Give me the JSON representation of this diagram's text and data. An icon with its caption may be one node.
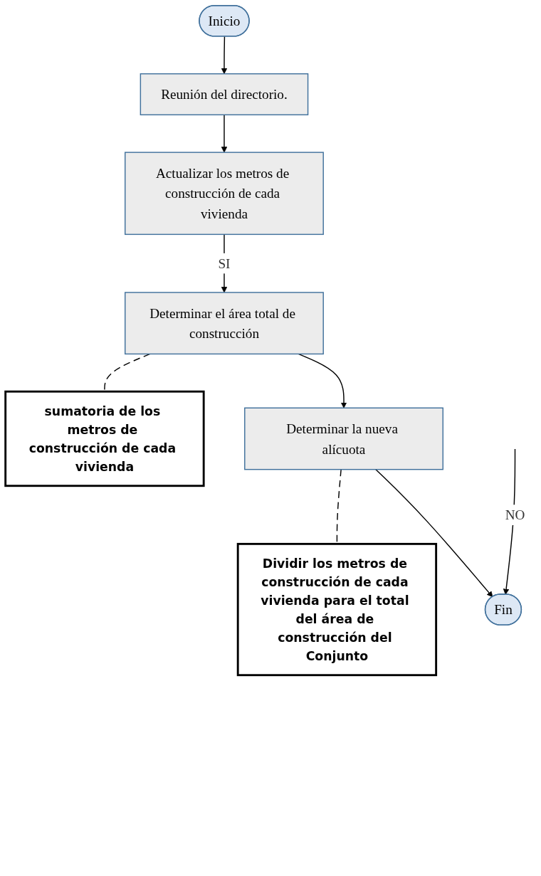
{
  "diagram": {
    "nodes": [
      {
        "text": [
          "Inicio"
        ]
      },
      {
        "text": [
          "Reunión del directorio."
        ]
      },
      {
        "text": [
          "Actualizar los metros de construcción de cada vivienda"
        ]
      },
      {
        "text": [
          "Determinar el área total de construcción"
        ]
      },
      {
        "text": [
          "sumatoria de los metros de construcción de cada vivienda"
        ]
      },
      {
        "text": [
          "Determinar la nueva alícuota"
        ]
      },
      {
        "text": [
          "Dividir los metros de construcción de cada vivienda para el total del área de construcción del Conjunto"
        ]
      },
      {
        "text": [
          "Fin"
        ]
      }
    ],
    "edges": [
      {
        "from": 0,
        "to": 1,
        "arrow": "to"
      },
      {
        "from": 1,
        "to": 2,
        "arrow": "to"
      },
      {
        "from": 2,
        "to": 3,
        "arrow": "to",
        "label": "SI"
      },
      {
        "from": 3,
        "to": 4,
        "arrow": "none",
        "style": "dashed"
      },
      {
        "from": 5,
        "to": 6,
        "arrow": "none",
        "style": "dashed"
      },
      {
        "from": 5,
        "to": 7,
        "arrow": "to"
      },
      {
        "from": 3,
        "to": 5,
        "arrow": "to"
      },
      {
        "from": null,
        "to": 7,
        "arrow": "to",
        "label": "NO"
      }
    ]
  }
}
